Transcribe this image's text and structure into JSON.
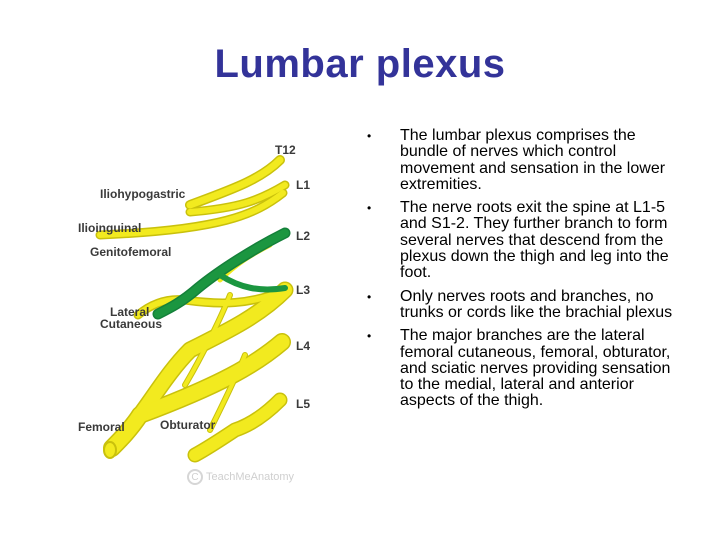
{
  "slide": {
    "title": "Lumbar plexus"
  },
  "figure": {
    "roots": [
      "T12",
      "L1",
      "L2",
      "L3",
      "L4",
      "L5"
    ],
    "nerves": {
      "iliohypogastric": "Iliohypogastric",
      "ilioinguinal": "Ilioinguinal",
      "genitofemoral": "Genitofemoral",
      "lateral_cutaneous_line1": "Lateral",
      "lateral_cutaneous_line2": "Cutaneous",
      "femoral": "Femoral",
      "obturator": "Obturator"
    },
    "watermark": "TeachMeAnatomy",
    "colors": {
      "nerve_yellow": "#f2ea1f",
      "nerve_outline": "#c9c10c",
      "genitofemoral_green": "#1b9640"
    }
  },
  "bullets": [
    "The lumbar plexus comprises the bundle of nerves which control movement and sensation in the lower extremities.",
    "The nerve roots exit the spine at L1-5 and S1-2.  They further branch to form several nerves that descend from the plexus down the thigh and leg into the foot.",
    "Only nerves roots and branches, no trunks or cords like the brachial plexus",
    "The major branches are the lateral femoral cutaneous, femoral, obturator, and sciatic nerves providing sensation to the medial, lateral and anterior aspects of the thigh."
  ],
  "bullet_symbol": "•"
}
